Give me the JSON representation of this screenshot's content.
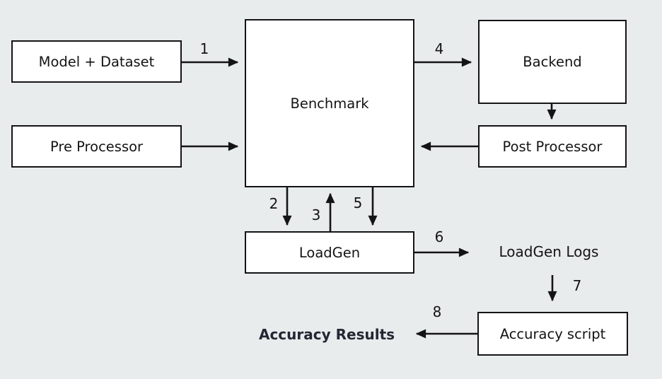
{
  "diagram": {
    "colors": {
      "background": "#e8eced",
      "box_fill": "#ffffff",
      "line_color": "#141414",
      "text_color": "#141414",
      "results_text_color": "#222733"
    },
    "nodes": {
      "model_dataset": "Model + Dataset",
      "pre_processor": "Pre Processor",
      "benchmark": "Benchmark",
      "backend": "Backend",
      "post_processor": "Post Processor",
      "loadgen": "LoadGen",
      "accuracy_script": "Accuracy script"
    },
    "floating_labels": {
      "loadgen_logs": "LoadGen Logs",
      "accuracy_results": "Accuracy Results"
    },
    "arrow_numbers": {
      "n1": "1",
      "n2": "2",
      "n3": "3",
      "n4": "4",
      "n5": "5",
      "n6": "6",
      "n7": "7",
      "n8": "8"
    }
  }
}
